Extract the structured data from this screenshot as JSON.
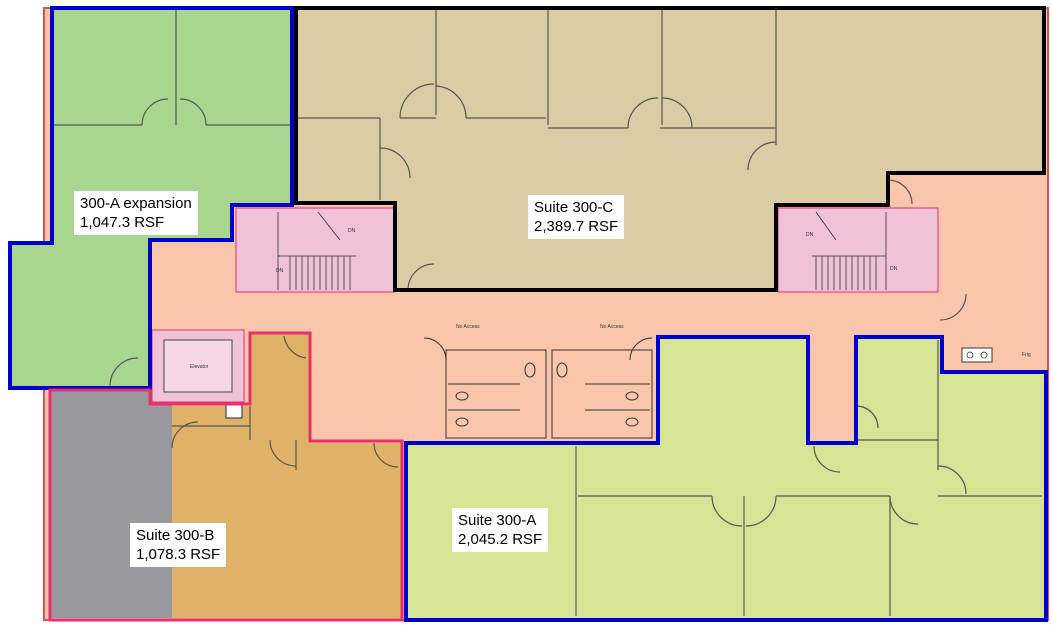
{
  "suites": {
    "expansion": {
      "name": "300-A expansion",
      "area": "1,047.3 RSF",
      "fill": "#a8d68f",
      "border": "#0000cc"
    },
    "c": {
      "name": "Suite 300-C",
      "area": "2,389.7 RSF",
      "fill": "#dccca6",
      "border": "#000000"
    },
    "b": {
      "name": "Suite 300-B",
      "area": "1,078.3 RSF",
      "fill": "#dfb268",
      "border": "#e8306a"
    },
    "a": {
      "name": "Suite 300-A",
      "area": "2,045.2 RSF",
      "fill": "#d7e495",
      "border": "#0000cc"
    }
  },
  "common": {
    "corridor_fill": "#f9c6ab",
    "stair_fill": "#efc2d8",
    "storage_fill": "#9a9a9e",
    "elevator_label": "Elevator",
    "restroom_label_1": "No Access",
    "restroom_label_2": "No Access",
    "stair_labels": [
      "DN",
      "DN",
      "DN",
      "DN"
    ],
    "refrigerator_label": "Frig"
  }
}
